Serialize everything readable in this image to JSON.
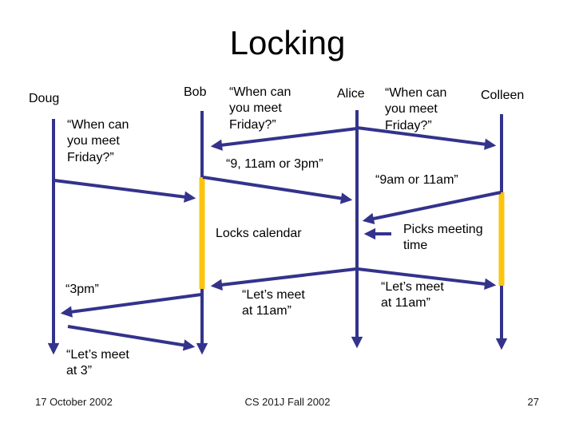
{
  "slide": {
    "title": "Locking",
    "footer": {
      "date": "17 October 2002",
      "course": "CS 201J Fall 2002",
      "page_number": "27"
    }
  },
  "colors": {
    "line": "#33338c",
    "lock": "#fbc40d",
    "text": "#000000",
    "background": "#ffffff"
  },
  "actors": {
    "doug": "Doug",
    "bob": "Bob",
    "alice": "Alice",
    "colleen": "Colleen"
  },
  "labels": {
    "doug_to_bob_question": "“When can you meet Friday?”",
    "alice_to_bob_question": "“When can you meet Friday?”",
    "alice_to_colleen_question": "“When can you meet Friday?”",
    "bob_to_alice_reply": "“9, 11am or 3pm”",
    "colleen_to_alice_reply": "“9am or 11am”",
    "locks_calendar_note": "Locks calendar",
    "picks_meeting_time_note": "Picks meeting time",
    "bob_to_doug_reply": "“3pm”",
    "alice_to_bob_confirm": "“Let’s meet at 11am”",
    "alice_to_colleen_confirm": "“Let’s meet at 11am”",
    "doug_to_bob_confirm": "“Let’s meet at 3”"
  }
}
